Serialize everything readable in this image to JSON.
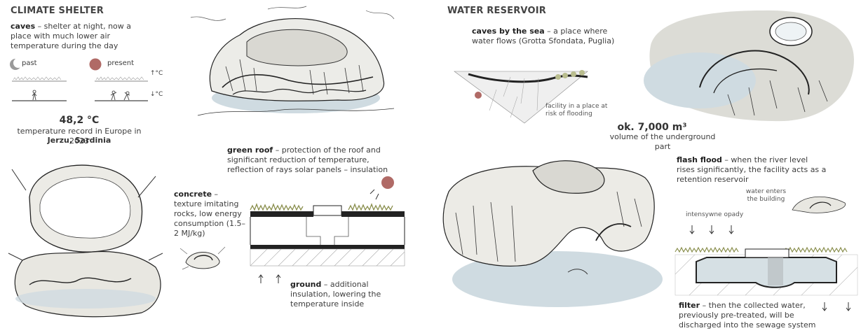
{
  "left": {
    "title": "CLIMATE SHELTER",
    "caves": {
      "term": "caves",
      "text": " – shelter at night, now a place with much lower air temperature during the day"
    },
    "past_label": "past",
    "present_label": "present",
    "temp_up": "↑°C",
    "temp_down": "↓°C",
    "record_value": "48,2 °C",
    "record_text": "temperature record in Europe in 2023",
    "record_place": "Jerzu, Sardinia",
    "green_roof": {
      "term": "green roof",
      "text": " – protection of the roof and significant reduction of temperature, reflection of rays solar panels – insulation"
    },
    "concrete": {
      "term": "concrete",
      "text": " – texture imitating rocks, low energy consumption (1.5–2 MJ/kg)"
    },
    "ground": {
      "term": "ground",
      "text": " – additional insulation, lowering the temperature inside"
    }
  },
  "right": {
    "title": "WATER RESERVOIR",
    "caves_sea": {
      "term": "caves by the sea",
      "text": " – a place where water flows (Grotta Sfondata, Puglia)"
    },
    "facility_note": "facility in a place at risk of flooding",
    "volume_value": "ok. 7,000 m³",
    "volume_text": "volume of the underground part",
    "flash_flood": {
      "term": "flash flood",
      "text": " – when the river level rises significantly, the facility acts as a retention reservoir"
    },
    "water_enters": "water enters the building",
    "rain_label": "intensywne opady",
    "filter": {
      "term": "filter",
      "text": " – then the collected water, previously pre-treated, will be discharged into the sewage system"
    }
  },
  "colors": {
    "water": "#c9d6dc",
    "sun": "#b06a66",
    "grass": "#8a8f4e",
    "rock_grey": "#d9d8d2",
    "ink": "#2a2a2a"
  },
  "icons": [
    "moon-icon",
    "sun-icon",
    "arrow-up-icon",
    "arrow-down-icon"
  ]
}
